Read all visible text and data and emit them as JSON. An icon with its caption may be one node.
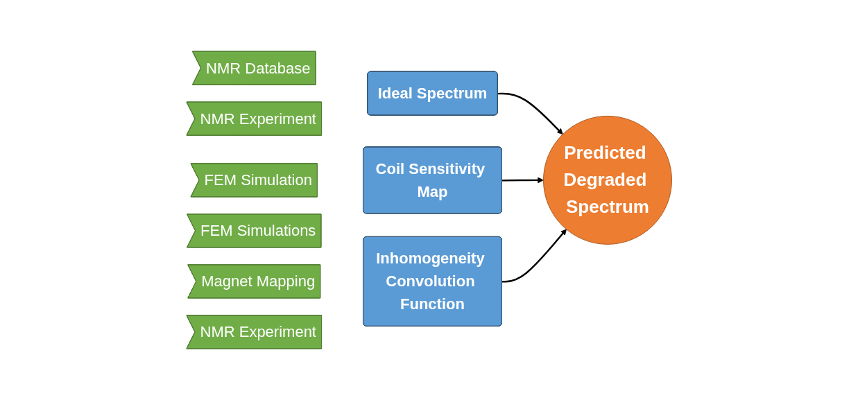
{
  "diagram": {
    "nodes": [
      {
        "text": [
          "NMR Database"
        ]
      },
      {
        "text": [
          "Ideal Spectrum"
        ]
      },
      {
        "text": [
          "NMR Experiment"
        ]
      },
      {
        "text": [
          "Predicted Degraded Spectrum"
        ]
      },
      {
        "text": [
          "Coil Sensitivity Map"
        ]
      },
      {
        "text": [
          "FEM Simulation"
        ]
      },
      {
        "text": [
          "FEM Simulations"
        ]
      },
      {
        "text": [
          "Magnet Mapping"
        ]
      },
      {
        "text": [
          "Inhomogeneity Convolution Function"
        ]
      },
      {
        "text": [
          "NMR Experiment"
        ]
      }
    ],
    "edges": [
      {
        "from": 1,
        "to": 3,
        "arrow": "to"
      },
      {
        "from": 4,
        "to": 3,
        "arrow": "to"
      },
      {
        "from": 8,
        "to": 3,
        "arrow": "to"
      }
    ]
  }
}
